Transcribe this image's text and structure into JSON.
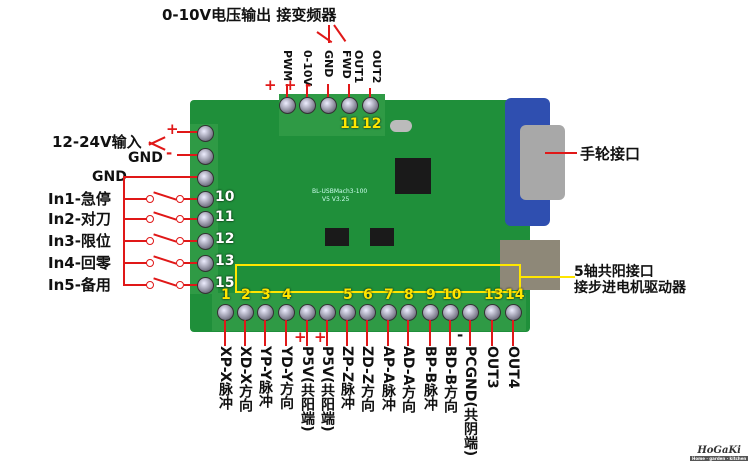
{
  "title": "0-10V电压输出 接变频器",
  "top_pins": [
    {
      "label": "PWM",
      "sign": "+"
    },
    {
      "label": "0-10V",
      "sign": "+"
    },
    {
      "label": "GND",
      "sign": "-"
    },
    {
      "label": "FWD"
    },
    {
      "label": "OUT1"
    },
    {
      "label": "OUT2"
    }
  ],
  "top_numbers": [
    "11",
    "12"
  ],
  "power": {
    "label": "12-24V输入",
    "gnd": "GND",
    "plus": "+",
    "minus": "-"
  },
  "inputs": {
    "gnd": "GND",
    "items": [
      {
        "label": "In1-急停",
        "num": "10"
      },
      {
        "label": "In2-对刀",
        "num": "11"
      },
      {
        "label": "In3-限位",
        "num": "12"
      },
      {
        "label": "In4-回零",
        "num": "13"
      },
      {
        "label": "In5-备用",
        "num": "15"
      }
    ]
  },
  "handwheel": "手轮接口",
  "stepper": {
    "line1": "5轴共阳接口",
    "line2": "接步进电机驱动器"
  },
  "board_text": [
    "BL-USBMach3-100",
    "V5 V3.25"
  ],
  "bottom_pins": [
    {
      "num": "1",
      "label": "XP-X脉冲"
    },
    {
      "num": "2",
      "label": "XD-X方向"
    },
    {
      "num": "3",
      "label": "YP-Y脉冲"
    },
    {
      "num": "4",
      "label": "YD-Y方向"
    },
    {
      "num": "",
      "label": "P5V(共阳端)",
      "sign": "+"
    },
    {
      "num": "",
      "label": "P5V(共阳端)",
      "sign": "+"
    },
    {
      "num": "5",
      "label": "ZP-Z脉冲"
    },
    {
      "num": "6",
      "label": "ZD-Z方向"
    },
    {
      "num": "7",
      "label": "AP-A脉冲"
    },
    {
      "num": "8",
      "label": "AD-A方向"
    },
    {
      "num": "9",
      "label": "BP-B脉冲"
    },
    {
      "num": "10",
      "label": "BD-B方向"
    },
    {
      "num": "",
      "label": "PCGND(共阴端)",
      "sign": "-"
    },
    {
      "num": "13",
      "label": "OUT3"
    },
    {
      "num": "14",
      "label": "OUT4"
    }
  ],
  "logo": {
    "name": "HoGaKi",
    "tagline": "Home · garden · kitchen"
  },
  "colors": {
    "board": "#1f8f3a",
    "terminal": "#2f9a45",
    "vga": "#2f4fb0",
    "accent_red": "#e01818",
    "accent_yellow": "#ffe600"
  }
}
